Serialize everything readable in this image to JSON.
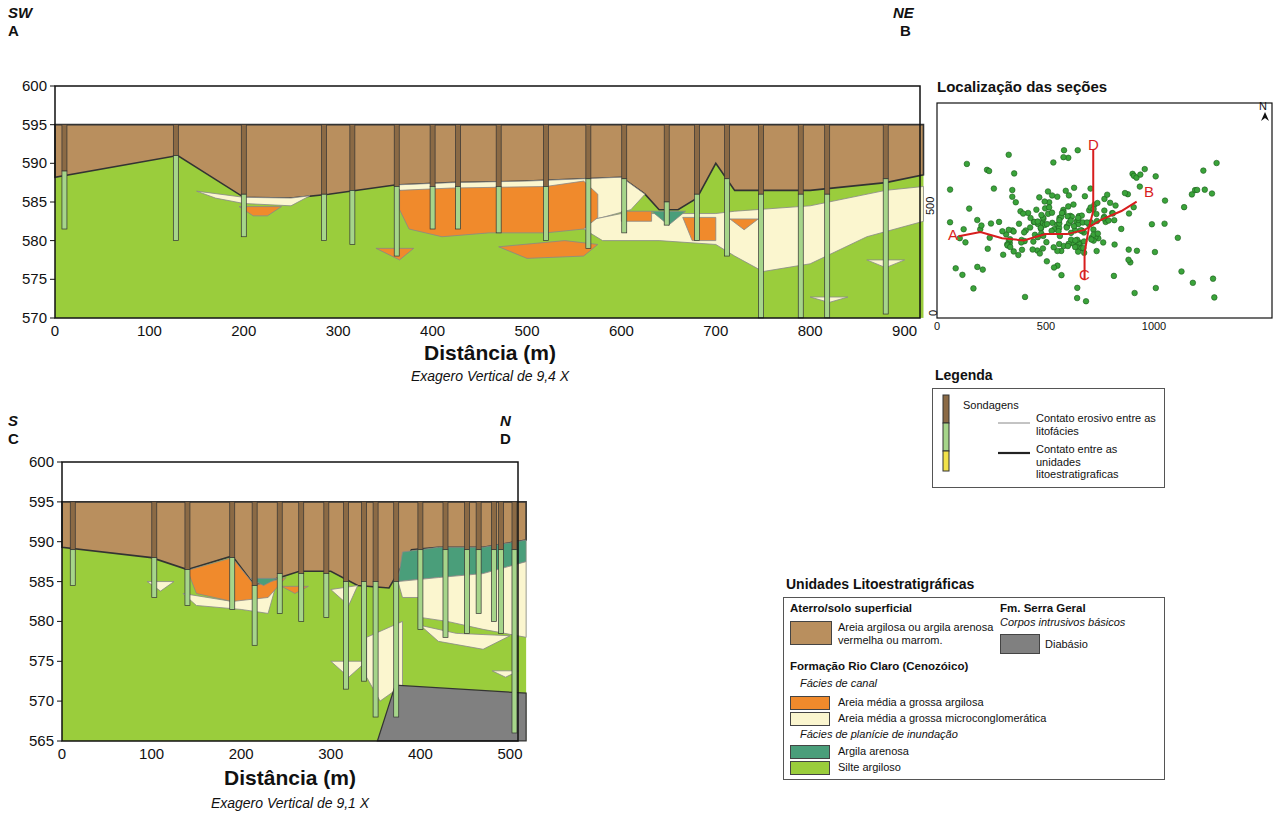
{
  "diagram": {
    "nodes": [
      {
        "text": [
          "Legenda"
        ]
      },
      {
        "text": [
          "Unidades Litoestratigráficas"
        ]
      }
    ],
    "labels": [
      "SW",
      "A",
      "NE",
      "B",
      "600",
      "595",
      "590",
      "585",
      "580",
      "575",
      "570",
      "0",
      "100",
      "200",
      "300",
      "400",
      "500",
      "600",
      "700",
      "800",
      "900",
      "Distância (m)",
      "Exagero Vertical de 9,4 X",
      "S",
      "C",
      "N",
      "D",
      "600",
      "595",
      "590",
      "585",
      "580",
      "575",
      "570",
      "565",
      "0",
      "100",
      "200",
      "300",
      "400",
      "500",
      "Distância (m)",
      "Exagero Vertical de 9,1 X",
      "Localização das seções",
      "500",
      "0",
      "0",
      "500",
      "1000",
      "A",
      "B",
      "C",
      "D",
      "N",
      "Aterro/solo superficial",
      "Formação Rio Claro (Cenozóico)",
      "Fácies de canal",
      "Fácies de planície de inundação",
      "Fm. Serra Geral",
      "Corpos intrusivos básicos"
    ],
    "legend": [
      {
        "text": "Sondagens"
      },
      {
        "text": "Contato erosivo entre as litofácies"
      },
      {
        "text": "Contato entre as unidades litoestratigraficas"
      },
      {
        "text": "Areia argilosa ou argila arenosa vermelha ou marrom.",
        "color": "#b98f5e"
      },
      {
        "text": "Diabásio",
        "color": "#808080"
      },
      {
        "text": "Areia média a grossa argilosa",
        "color": "#f08a2c"
      },
      {
        "text": "Areia média a grossa microconglomerática",
        "color": "#fbf6cf"
      },
      {
        "text": "Argila arenosa",
        "color": "#4a9e7a"
      },
      {
        "text": "Silte argiloso",
        "color": "#9acd3c"
      }
    ]
  }
}
